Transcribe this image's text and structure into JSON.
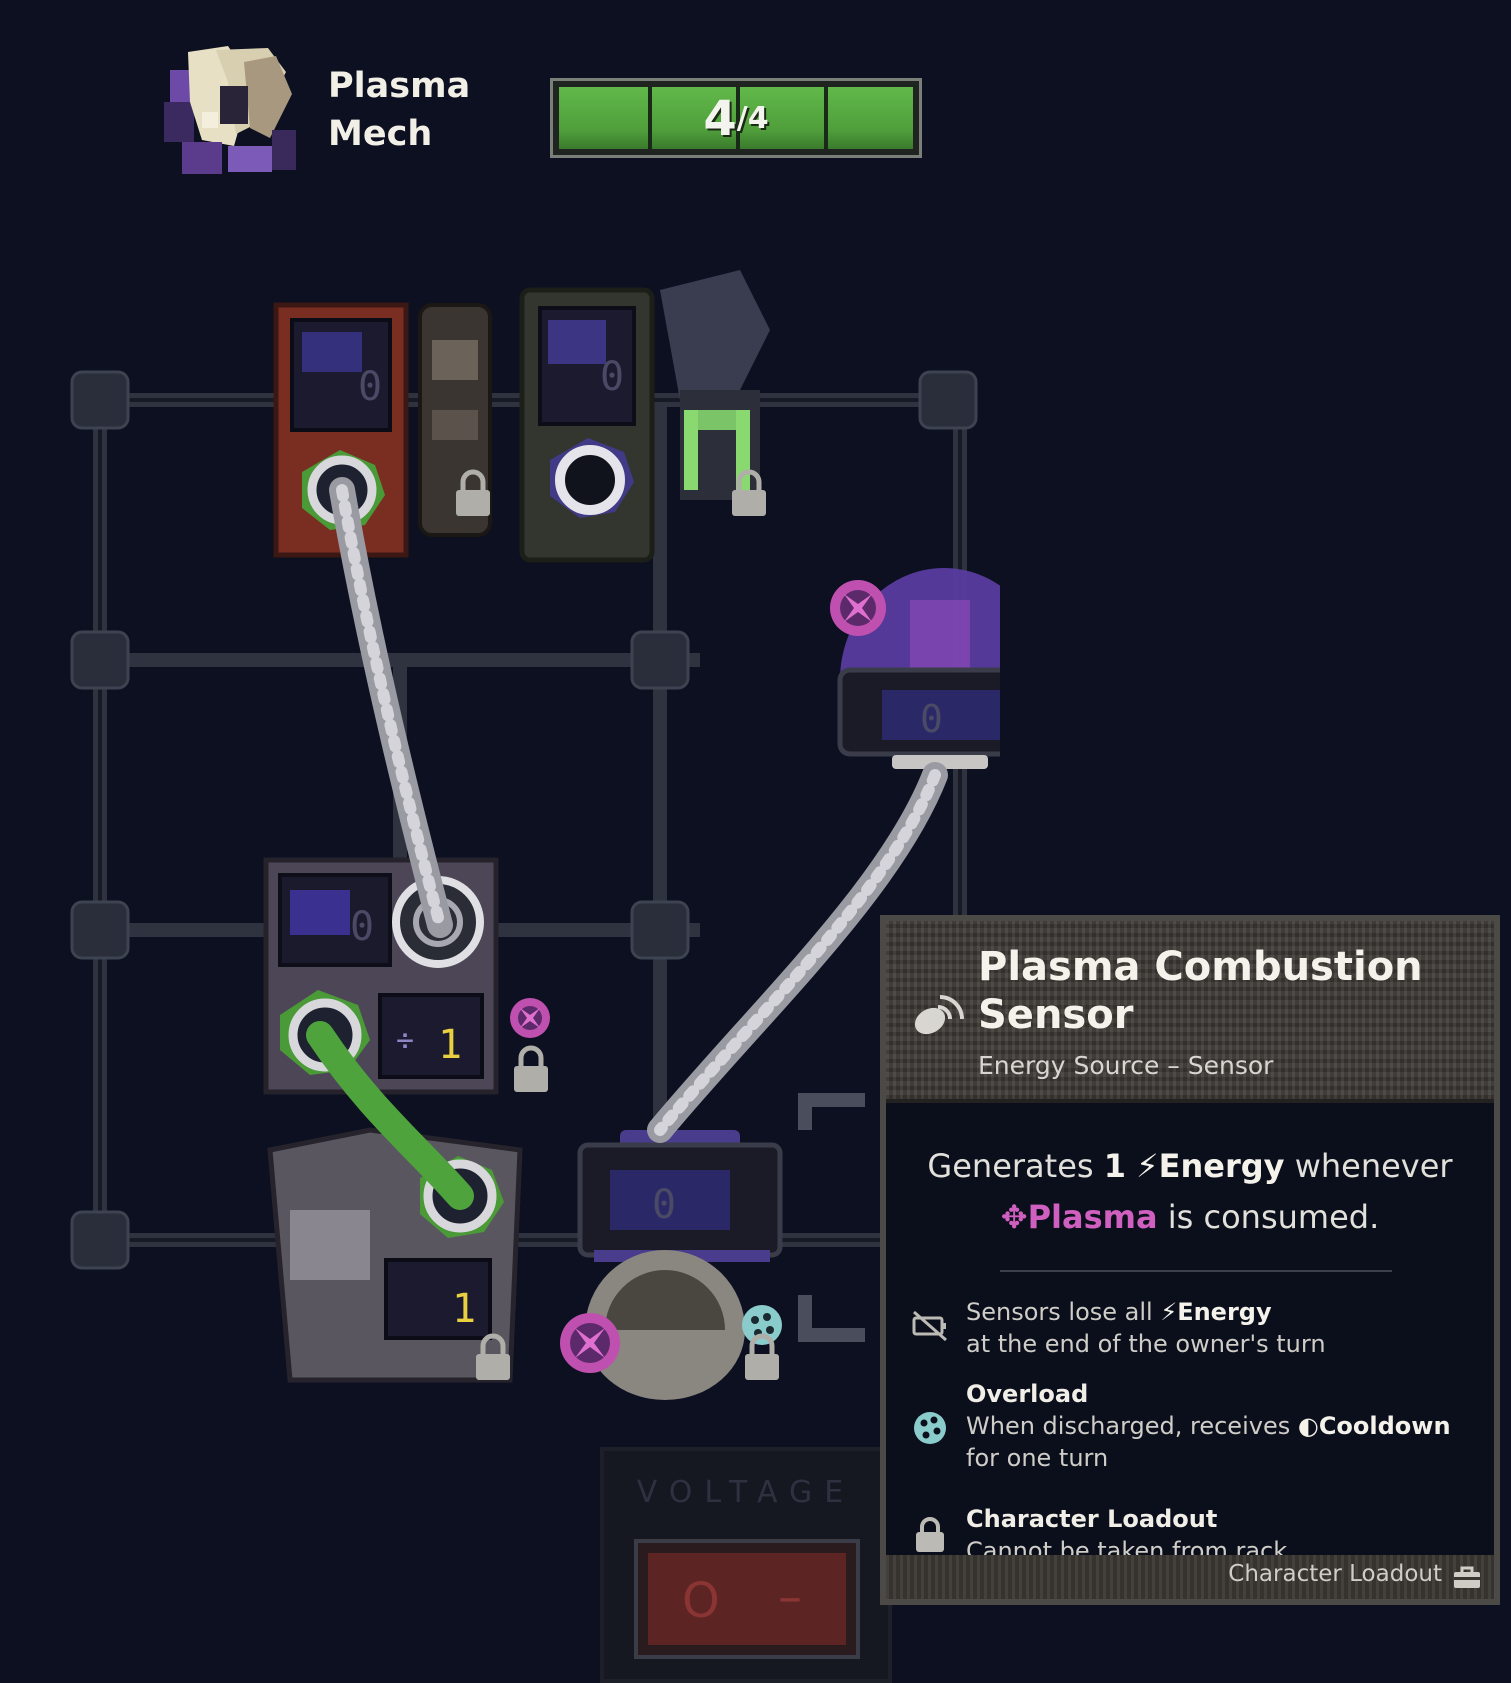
{
  "header": {
    "mech_name_line1": "Plasma",
    "mech_name_line2": "Mech",
    "hp_current": "4",
    "hp_max": "4",
    "hp_fraction": 1.0,
    "hp_segments": 4
  },
  "board": {
    "modules": [
      {
        "name": "module-top-left",
        "digit": "0"
      },
      {
        "name": "module-top-center",
        "digit": "0"
      },
      {
        "name": "plasma-combustion-sensor",
        "digit": "0"
      },
      {
        "name": "module-middle-left",
        "digit": "0",
        "digit2": "÷ 1"
      },
      {
        "name": "module-bottom-left",
        "digit": "1"
      },
      {
        "name": "module-bottom-center",
        "digit": "0"
      }
    ]
  },
  "tooltip": {
    "title": "Plasma Combustion Sensor",
    "subtitle": "Energy Source – Sensor",
    "desc_prefix": "Generates",
    "desc_amount": "1",
    "desc_energy": "Energy",
    "desc_mid": "whenever",
    "desc_plasma": "Plasma",
    "desc_suffix": "is consumed.",
    "rows": [
      {
        "icon": "no-battery-icon",
        "text_prefix": "Sensors lose all",
        "keyword": "Energy",
        "text_suffix": "at the end of the owner's turn"
      },
      {
        "icon": "overload-icon",
        "heading": "Overload",
        "text_prefix": "When discharged, receives",
        "keyword": "Cooldown",
        "text_suffix": "for one turn"
      },
      {
        "icon": "lock-icon",
        "heading": "Character Loadout",
        "text": "Cannot be taken from rack"
      }
    ],
    "footer": "Character Loadout"
  },
  "voltage": {
    "label": "VOLTAGE",
    "off_symbol": "O",
    "on_symbol": "–"
  },
  "colors": {
    "background": "#0c1020",
    "hp_green": "#5fb648",
    "plasma_pink": "#d060c0",
    "energy_wire_green": "#4ea33c",
    "sensor_dome_purple": "#5a3ca0",
    "voltage_red": "#5d2424"
  }
}
